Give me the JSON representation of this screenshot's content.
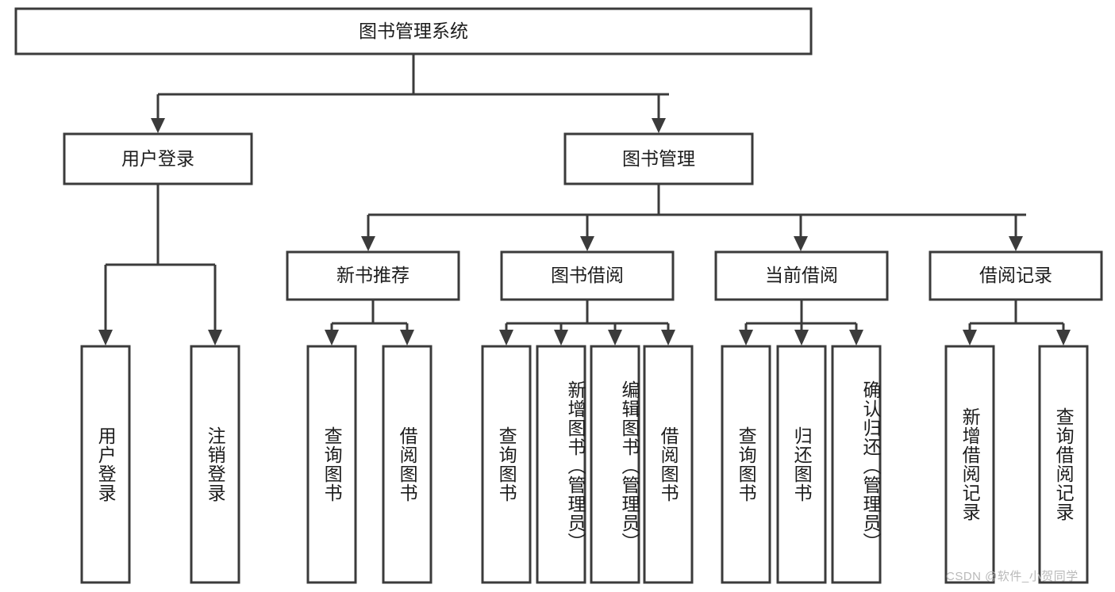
{
  "diagram": {
    "title": "图书管理系统",
    "type": "tree",
    "orientation": "top-down",
    "colors": {
      "box_stroke": "#3b3b3b",
      "box_fill": "#ffffff",
      "text": "#1c1c1c",
      "background": "#ffffff",
      "watermark": "#b9b9b9"
    },
    "root": {
      "label": "图书管理系统"
    },
    "level2": [
      {
        "label": "用户登录"
      },
      {
        "label": "图书管理"
      }
    ],
    "level3": [
      {
        "label": "新书推荐"
      },
      {
        "label": "图书借阅"
      },
      {
        "label": "当前借阅"
      },
      {
        "label": "借阅记录"
      }
    ],
    "leaves": {
      "user_login": [
        {
          "label": "用户登录"
        },
        {
          "label": "注销登录"
        }
      ],
      "new_book_recommend": [
        {
          "label": "查询图书"
        },
        {
          "label": "借阅图书"
        }
      ],
      "book_borrow": [
        {
          "label": "查询图书"
        },
        {
          "label": "新增图书（管理员）"
        },
        {
          "label": "编辑图书（管理员）"
        },
        {
          "label": "借阅图书"
        }
      ],
      "current_borrow": [
        {
          "label": "查询图书"
        },
        {
          "label": "归还图书"
        },
        {
          "label": "确认归还（管理员）"
        }
      ],
      "borrow_record": [
        {
          "label": "新增借阅记录"
        },
        {
          "label": "查询借阅记录"
        }
      ]
    }
  },
  "watermark": {
    "text": "CSDN @软件_小贺同学"
  }
}
